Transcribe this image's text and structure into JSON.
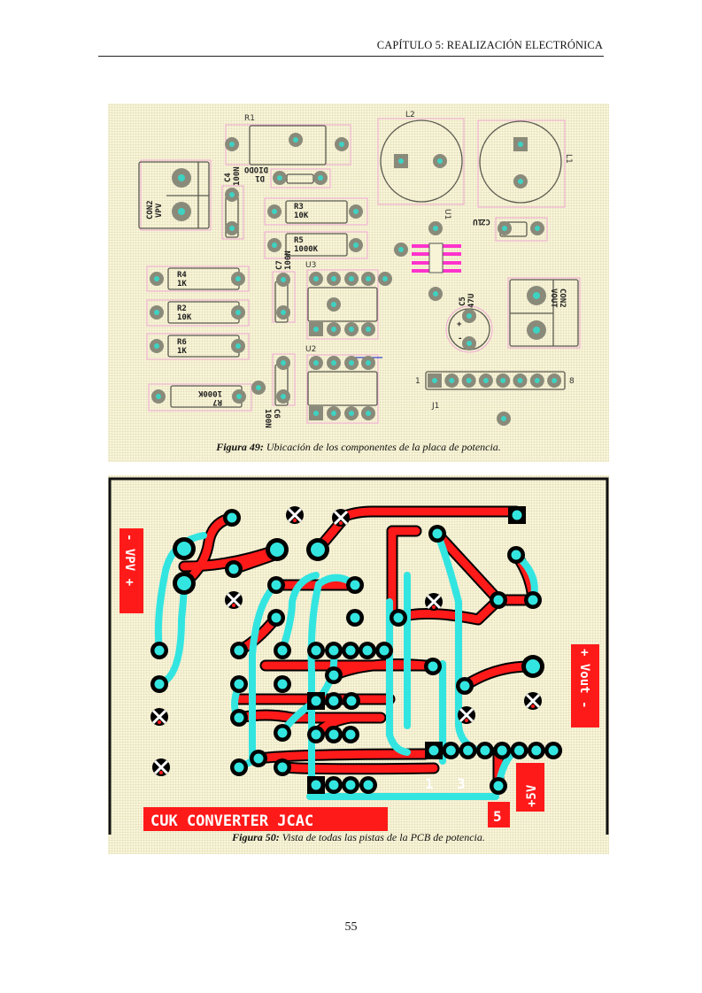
{
  "header": {
    "chapter": "CAPÍTULO 5: REALIZACIÓN ELECTRÓNICA"
  },
  "figure49": {
    "caption_prefix": "Figura 49:",
    "caption_text": " Ubicación de los componentes de la placa de potencia.",
    "labels": {
      "r1": "R1",
      "l2": "L2",
      "l1": "L1",
      "con2_in_a": "CON2",
      "con2_in_b": "VPV",
      "c4_a": "C4",
      "c4_b": "100N",
      "d1_a": "DIODO",
      "d1_b": "D1",
      "r3_a": "R3",
      "r3_b": "10K",
      "r5_a": "R5",
      "r5_b": "1000K",
      "c7_a": "C7",
      "c7_b": "100N",
      "u3": "U3",
      "u2": "U2",
      "u1": "U1",
      "r4_a": "R4",
      "r4_b": "1K",
      "r2_a": "R2",
      "r2_b": "10K",
      "r6_a": "R6",
      "r6_b": "1K",
      "r7_a": "R7",
      "r7_b": "1000K",
      "c6_a": "C6",
      "c6_b": "100N",
      "c2_a": "C2",
      "c2_b": "1U",
      "c5_a": "C5",
      "c5_b": "47U",
      "c5_plus": "+",
      "c5_minus": "-",
      "con2_out_a": "CON2",
      "con2_out_b": "VOUT",
      "j1": "J1",
      "j1_first": "1",
      "j1_last": "8"
    },
    "colors": {
      "outline": "#f0a8d4",
      "pad": "#8a8a7a",
      "drill": "#3ed2c2",
      "smd": "#ff33cc"
    }
  },
  "figure50": {
    "caption_prefix": "Figura 50:",
    "caption_text": " Vista de todas las pistas de la PCB de potencia.",
    "labels": {
      "vpv": "- VPV +",
      "vout": "+ Vout -",
      "title": "CUK CONVERTER JCAC",
      "plus5v": "+5V",
      "five": "5",
      "one": "1",
      "three": "3"
    },
    "colors": {
      "top": "#ff1a1a",
      "bottom": "#33e5e0",
      "outline": "#000000"
    }
  },
  "footer": {
    "page_number": "55"
  }
}
